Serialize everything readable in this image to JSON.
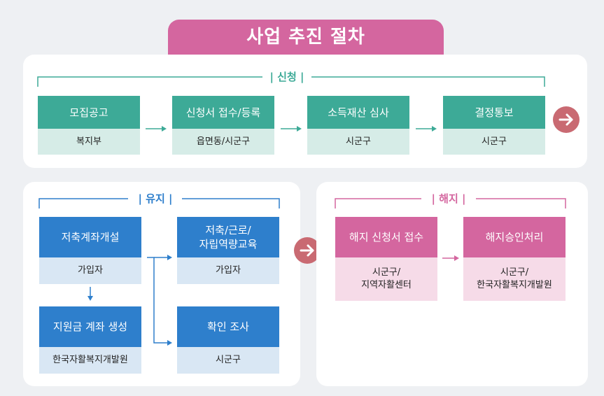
{
  "title": "사업 추진 절차",
  "apply": {
    "label": "| 신청 |",
    "steps": [
      {
        "header": "모집공고",
        "sub": "복지부"
      },
      {
        "header": "신청서 접수/등록",
        "sub": "읍면동/시군구"
      },
      {
        "header": "소득재산 심사",
        "sub": "시군구"
      },
      {
        "header": "결정통보",
        "sub": "시군구"
      }
    ]
  },
  "maintain": {
    "label": "| 유지 |",
    "account_open": {
      "header": "저축계좌개설",
      "sub": "가입자"
    },
    "education": {
      "header": "저축/근로/\n자립역량교육",
      "sub": "가입자"
    },
    "support_account": {
      "header": "지원금 계좌 생성",
      "sub": "한국자활복지개발원"
    },
    "check": {
      "header": "확인 조사",
      "sub": "시군구"
    }
  },
  "terminate": {
    "label": "| 해지 |",
    "steps": [
      {
        "header": "해지 신청서 접수",
        "sub": "시군구/\n지역자활센터"
      },
      {
        "header": "해지승인처리",
        "sub": "시군구/\n한국자활복지개발원"
      }
    ]
  },
  "colors": {
    "title_pink": "#d4669f",
    "apply_teal": "#3daa97",
    "maintain_blue": "#2e7fcc",
    "terminate_pink": "#d4669f",
    "flow_arrow": "#c96a72"
  }
}
